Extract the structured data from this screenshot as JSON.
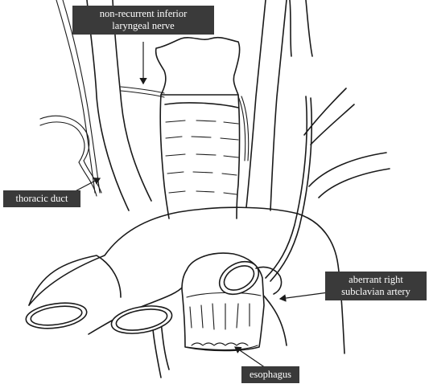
{
  "labels": {
    "nerve": {
      "line1": "non-recurrent inferior",
      "line2": "laryngeal nerve"
    },
    "thoracic_duct": "thoracic duct",
    "subclavian": {
      "line1": "aberrant right",
      "line2": "subclavian artery"
    },
    "esophagus": "esophagus"
  },
  "colors": {
    "label_background": "#3a3a3a",
    "label_text": "#ffffff",
    "line_art": "#1a1a1a"
  }
}
